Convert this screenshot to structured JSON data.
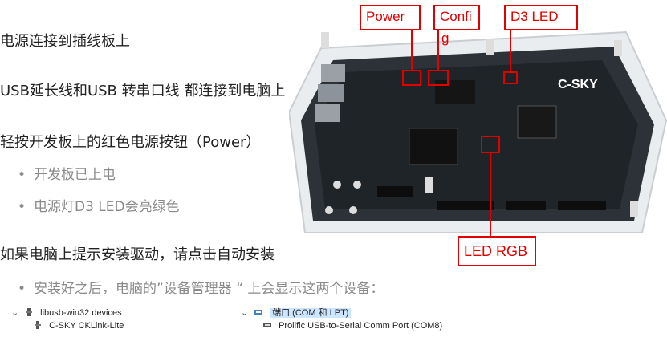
{
  "slide": {
    "lines": [
      "电源连接到插线板上",
      "USB延长线和USB 转串口线 都连接到电脑上",
      "轻按开发板上的红色电源按钮（Power）",
      "开发板已上电",
      "电源灯D3 LED会亮绿色",
      "如果电脑上提示安装驱动，请点击自动安装",
      "安装好之后，电脑的”设备管理器 “ 上会显示这两个设备："
    ],
    "bullet": "•"
  },
  "board": {
    "brand": "C-SKY",
    "callouts": {
      "power": "Power",
      "config": "Confi",
      "config_wrap": "g",
      "d3": "D3 LED",
      "rgb": "LED RGB"
    },
    "accent": "#e00000"
  },
  "device_manager": {
    "left": {
      "category": "libusb-win32 devices",
      "child": "C-SKY CKLink-Lite"
    },
    "right": {
      "category": "端口 (COM 和 LPT)",
      "child": "Prolific USB-to-Serial Comm Port (COM8)"
    }
  }
}
